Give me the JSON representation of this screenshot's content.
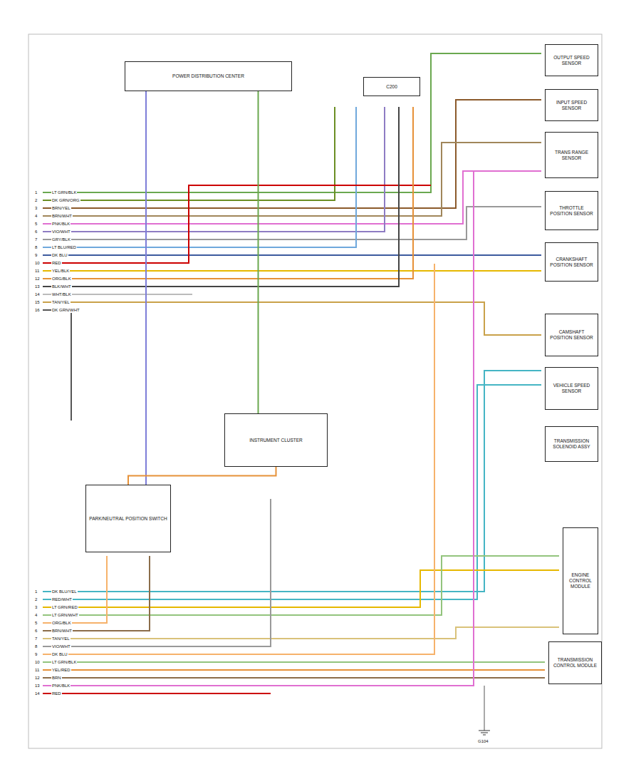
{
  "diagram": {
    "nodes": [
      {
        "text": [
          "POWER DISTRIBUTION CENTER"
        ]
      },
      {
        "text": [
          "C200"
        ]
      },
      {
        "text": [
          "OUTPUT SPEED SENSOR"
        ]
      },
      {
        "text": [
          "INPUT SPEED SENSOR"
        ]
      },
      {
        "text": [
          "TRANS RANGE SENSOR"
        ]
      },
      {
        "text": [
          "THROTTLE POSITION SENSOR"
        ]
      },
      {
        "text": [
          "CRANKSHAFT POSITION SENSOR"
        ]
      },
      {
        "text": [
          "CAMSHAFT POSITION SENSOR"
        ]
      },
      {
        "text": [
          "VEHICLE SPEED SENSOR"
        ]
      },
      {
        "text": [
          "TRANSMISSION SOLENOID ASSY"
        ]
      },
      {
        "text": [
          "INSTRUMENT CLUSTER"
        ]
      },
      {
        "text": [
          "PARK/NEUTRAL POSITION SWITCH"
        ]
      },
      {
        "text": [
          "ENGINE CONTROL MODULE"
        ]
      },
      {
        "text": [
          "TRANSMISSION CONTROL MODULE"
        ]
      }
    ],
    "edges": [
      {
        "from": 0,
        "to": 10,
        "arrow": "none"
      },
      {
        "from": 11,
        "to": 10,
        "arrow": "none"
      }
    ],
    "labels": [
      "LT GRN/BLK",
      "DK GRN/ORG",
      "BRN/YEL",
      "BRN/WHT",
      "PNK/BLK",
      "VIO/WHT",
      "GRY/BLK",
      "LT BLU/RED",
      "DK BLU",
      "RED",
      "YEL/BLK",
      "ORG/BLK",
      "BLK/WHT",
      "WHT/BLK",
      "TAN/YEL",
      "DK GRN/WHT",
      "1",
      "2",
      "3",
      "4",
      "5",
      "6",
      "7",
      "8",
      "9",
      "10",
      "11",
      "12",
      "13",
      "14",
      "15",
      "16",
      "DK BLU/YEL",
      "RED/WHT",
      "LT GRN/RED",
      "LT GRN/WHT",
      "ORG/BLK",
      "BRN/WHT",
      "TAN/YEL",
      "VIO/WHT",
      "DK BLU",
      "LT GRN/BLK",
      "YEL/RED",
      "BRN",
      "PNK/BLK",
      "RED",
      "1",
      "2",
      "3",
      "4",
      "5",
      "6",
      "7",
      "8",
      "9",
      "10",
      "11",
      "12",
      "13",
      "14",
      "G104"
    ]
  }
}
